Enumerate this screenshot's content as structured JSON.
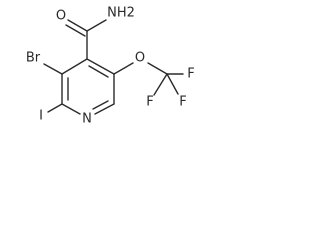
{
  "molecule": {
    "atoms": {
      "amide_n": "NH2",
      "amide_o": "O",
      "br": "Br",
      "iodine": "I",
      "ring_n": "N",
      "ether_o": "O",
      "f_left": "F",
      "f_right": "F",
      "f_bottom": "F"
    }
  }
}
